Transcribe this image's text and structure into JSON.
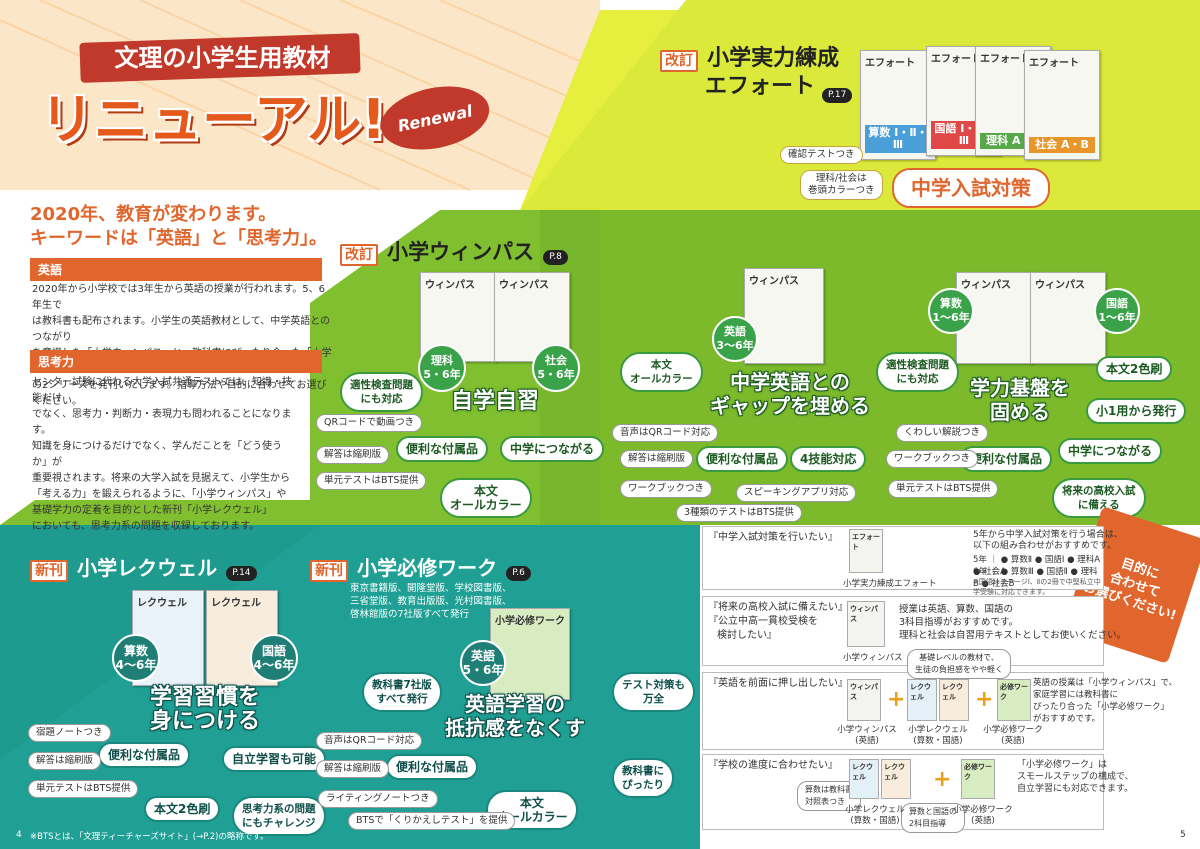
{
  "colors": {
    "orange": "#e0662d",
    "lime": "#d8e83a",
    "green": "#6fb52c",
    "teal": "#1f9e92",
    "dark_green": "#1d5a22"
  },
  "banner": {
    "line1": "文理の小学生用教材",
    "line2": "リニューアル!",
    "renewal_tag": "Renewal"
  },
  "intro": {
    "headline1": "2020年、教育が変わります。",
    "headline2": "キーワードは「英語」と「思考力」。",
    "sec1_title": "英語",
    "sec1_lines": [
      "2020年から小学校では3年生から英語の授業が行われます。5、6年生で",
      "は教科書も配布されます。小学生の英語教材として、中学英語とのつながり",
      "を意識した「小学ウィンパス」と、教科書にぴったり合った「小学必修ワーク」",
      "の2シリーズを発刊いたします。指導方法や目的に合わせてお選びください。"
    ],
    "sec2_title": "思考力",
    "sec2_lines": [
      "センター試験に代わる大学入試共通テストでは、知識・技能だけ",
      "でなく、思考力・判断力・表現力も問われることになります。",
      "知識を身につけるだけでなく、学んだことを「どう使うか」が",
      "重要視されます。将来の大学入試を見据えて、小学生から",
      "「考える力」を鍛えられるように、「小学ウィンパス」や",
      "基礎学力の定着を目的とした新刊「小学レクウェル」",
      "においても、思考力系の問題を収録しております。"
    ]
  },
  "effort": {
    "tag": "改訂",
    "title1": "小学実力練成",
    "title2": "エフォート",
    "page": "P.17",
    "books": [
      {
        "head": "エフォート",
        "label": "算数 Ⅰ・Ⅱ・Ⅲ",
        "color": "#4a9fd8"
      },
      {
        "head": "エフォート",
        "label": "国語 Ⅰ・Ⅱ・Ⅲ",
        "color": "#e04848"
      },
      {
        "head": "エフォート",
        "label": "理科 A・B",
        "color": "#58a84a"
      },
      {
        "head": "エフォート",
        "label": "社会 A・B",
        "color": "#e6962a"
      }
    ],
    "note1": "確認テストつき",
    "note2": "理科/社会は\n巻頭カラーつき",
    "badge": "中学入試対策"
  },
  "winpass": {
    "tag": "改訂",
    "title": "小学ウィンパス",
    "page": "P.8",
    "book_title": "ウィンパス",
    "left": {
      "sub1": "理科 5・6年",
      "sub2": "社会 5・6年",
      "big": "自学自習",
      "b1": "適性検査問題\nにも対応",
      "b2": "便利な付属品",
      "b3": "中学につながる",
      "b4": "本文\nオールカラー",
      "s1": "QRコードで動画つき",
      "s2": "解答は縮刷版",
      "s3": "単元テストはBTS提供"
    },
    "mid": {
      "sub": "英語\n3〜6年",
      "big": "中学英語との\nギャップを埋める",
      "b1": "本文\nオールカラー",
      "b2": "便利な付属品",
      "b3": "4技能対応",
      "s1": "音声はQRコード対応",
      "s2": "解答は縮刷版",
      "s3": "ワークブックつき",
      "s4": "スピーキングアプリ対応",
      "s5": "3種類のテストはBTS提供"
    },
    "right": {
      "sub1": "算数\n1〜6年",
      "sub2": "国語\n1〜6年",
      "big": "学力基盤を\n固める",
      "b1": "適性検査問題\nにも対応",
      "b2": "本文2色刷",
      "b3": "小1用から発行",
      "b4": "便利な付属品",
      "b5": "中学につながる",
      "b6": "将来の高校入試\nに備える",
      "s1": "くわしい解説つき",
      "s2": "ワークブックつき",
      "s3": "単元テストはBTS提供"
    }
  },
  "reqwell": {
    "tag": "新刊",
    "title": "小学レクウェル",
    "page": "P.14",
    "book_title": "レクウェル",
    "sub1": "算数\n4〜6年",
    "sub2": "国語\n4〜6年",
    "big": "学習習慣を\n身につける",
    "b1": "便利な付属品",
    "b2": "自立学習も可能",
    "b3": "本文2色刷",
    "b4": "思考力系の問題\nにもチャレンジ",
    "s1": "宿題ノートつき",
    "s2": "解答は縮刷版",
    "s3": "単元テストはBTS提供"
  },
  "hisshu": {
    "tag": "新刊",
    "title": "小学必修ワーク",
    "page": "P.6",
    "pubs": "東京書籍版、開隆堂版、学校図書版、\n三省堂版、教育出版版、光村図書版、\n啓林館版の7社版すべて発行",
    "book_title": "小学必修ワーク",
    "sub": "英語\n5・6年",
    "big": "英語学習の\n抵抗感をなくす",
    "b1": "教科書7社版\nすべて発行",
    "b2": "テスト対策も\n万全",
    "b3": "便利な付属品",
    "b4": "教科書に\nぴったり",
    "b5": "本文\nオールカラー",
    "s1": "音声はQRコード対応",
    "s2": "解答は縮刷版",
    "s3": "ライティングノートつき",
    "s4": "BTSで「くりかえしテスト」を提供"
  },
  "select": {
    "badge": "目的に\n合わせて\nお選びください!",
    "p1": {
      "q": "『中学入試対策を行いたい』",
      "text": "5年から中学入試対策を行う場合は、\n以下の組み合わせがおすすめです。",
      "r1": "5年 ｜ ● 算数Ⅱ ● 国語Ⅰ ● 理科A ● 社会A",
      "r2": "6年 ｜ ● 算数Ⅲ ● 国語Ⅱ ● 理科B ● 社会B",
      "note": "※国語はステージⅠ、Ⅱの2冊で中堅私立中学受験に対応できます。",
      "cap": "小学実力練成エフォート",
      "mini": "エフォート"
    },
    "p2": {
      "q1": "『将来の高校入試に備えたい』",
      "q2": "『公立中高一貫校受検を",
      "q3": "検討したい』",
      "text": "授業は英語、算数、国語の\n3科目指導がおすすめです。\n理科と社会は自習用テキストとしてお使いください。",
      "cap": "小学ウィンパス",
      "mini": "ウィンパス"
    },
    "p3": {
      "q": "『英語を前面に押し出したい』",
      "note": "基礎レベルの教材で、\n生徒の負担感をやや軽く",
      "text": "英語の授業は「小学ウィンパス」で、\n家庭学習には教科書に\nぴったり合った「小学必修ワーク」\nがおすすめです。",
      "cap1": "小学ウィンパス\n(英語)",
      "cap2": "小学レクウェル\n(算数・国語)",
      "cap3": "小学必修ワーク\n(英語)",
      "mini1": "ウィンパス",
      "mini2": "レクウェル",
      "mini3": "レクウェル",
      "mini4": "必修ワーク"
    },
    "p4": {
      "q": "『学校の進度に合わせたい』",
      "text": "「小学必修ワーク」は\nスモールステップの構成で、\n自立学習にも対応できます。",
      "n1": "算数は教科書\n対照表つき",
      "n2": "算数と国語の\n2科目指導",
      "cap1": "小学レクウェル\n(算数・国語)",
      "cap2": "小学必修ワーク\n(英語)",
      "mini1": "レクウェル",
      "mini2": "レクウェル",
      "mini3": "必修ワーク"
    }
  },
  "footer": {
    "page_left": "4",
    "page_right": "5",
    "note": "※BTSとは、「文理ティーチャーズサイト」(→P.2)の略称です。"
  }
}
